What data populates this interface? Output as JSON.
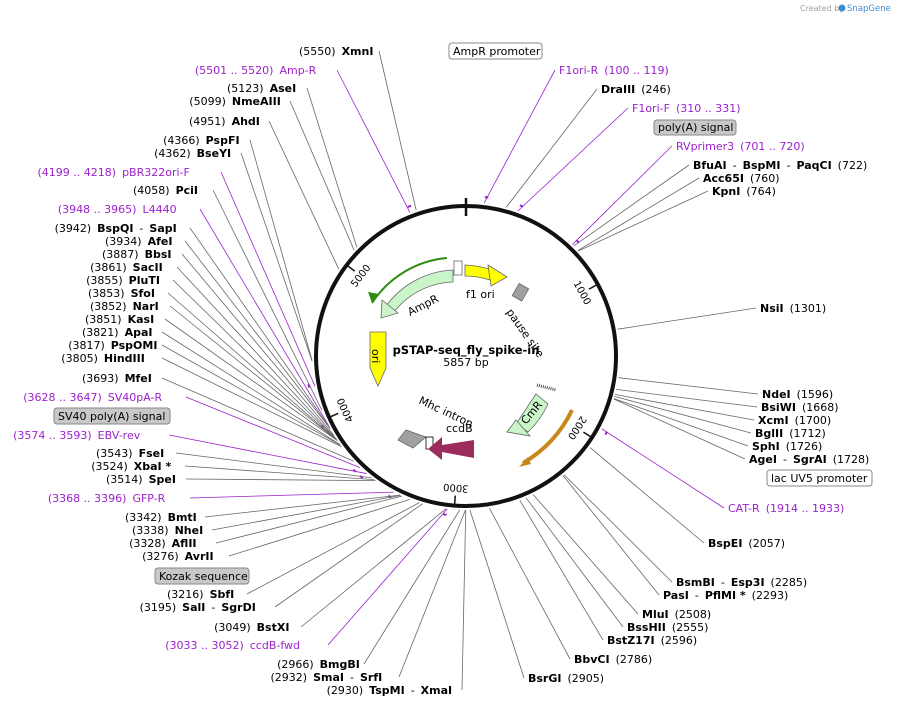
{
  "watermark": {
    "prefix": "Created by",
    "brand": "SnapGene"
  },
  "plasmid": {
    "name": "pSTAP-seq_fly_spike-in",
    "length": "5857 bp"
  },
  "ticks": [
    {
      "label": "1000",
      "bp": 1000
    },
    {
      "label": "2000",
      "bp": 2000
    },
    {
      "label": "3000",
      "bp": 3000
    },
    {
      "label": "4000",
      "bp": 4000
    },
    {
      "label": "5000",
      "bp": 5000
    }
  ],
  "features": {
    "f1_ori": "f1 ori",
    "pause_site": "pause site",
    "AmpR": "AmpR",
    "ori": "ori",
    "Mhc_intron": "Mhc intron",
    "ccdB": "ccdB",
    "CmR": "CmR"
  },
  "boxes": {
    "AmpR_promoter": "AmpR promoter",
    "polyA_signal": "poly(A) signal",
    "SV40_polyA": "SV40 poly(A) signal",
    "Kozak": "Kozak sequence",
    "lacUV5": "lac UV5 promoter"
  },
  "labels": [
    {
      "id": "xmni",
      "parts": [
        {
          "t": "(5550)",
          "c": "pos"
        },
        {
          "t": "XmnI",
          "c": "enz"
        }
      ]
    },
    {
      "id": "ampr-primer",
      "parts": [
        {
          "t": "(5501 .. 5520)",
          "c": "primer"
        },
        {
          "t": "Amp-R",
          "c": "primer"
        }
      ]
    },
    {
      "id": "asei",
      "parts": [
        {
          "t": "(5123)",
          "c": "pos"
        },
        {
          "t": "AseI",
          "c": "enz"
        }
      ]
    },
    {
      "id": "nmeaiii",
      "parts": [
        {
          "t": "(5099)",
          "c": "pos"
        },
        {
          "t": "NmeAIII",
          "c": "enz"
        }
      ]
    },
    {
      "id": "ahdi",
      "parts": [
        {
          "t": "(4951)",
          "c": "pos"
        },
        {
          "t": "AhdI",
          "c": "enz"
        }
      ]
    },
    {
      "id": "pspfi",
      "parts": [
        {
          "t": "(4366)",
          "c": "pos"
        },
        {
          "t": "PspFI",
          "c": "enz"
        }
      ]
    },
    {
      "id": "bseyi",
      "parts": [
        {
          "t": "(4362)",
          "c": "pos"
        },
        {
          "t": "BseYI",
          "c": "enz"
        }
      ]
    },
    {
      "id": "pbr322",
      "parts": [
        {
          "t": "(4199 .. 4218)",
          "c": "primer"
        },
        {
          "t": "pBR322ori-F",
          "c": "primer"
        }
      ]
    },
    {
      "id": "pcii",
      "parts": [
        {
          "t": "(4058)",
          "c": "pos"
        },
        {
          "t": "PciI",
          "c": "enz"
        }
      ]
    },
    {
      "id": "l4440",
      "parts": [
        {
          "t": "(3948 .. 3965)",
          "c": "primer"
        },
        {
          "t": "L4440",
          "c": "primer"
        }
      ]
    },
    {
      "id": "bspqi",
      "parts": [
        {
          "t": "(3942)",
          "c": "pos"
        },
        {
          "t": "BspQI",
          "c": "enz"
        },
        {
          "t": "-",
          "c": "pos"
        },
        {
          "t": "SapI",
          "c": "enz"
        }
      ]
    },
    {
      "id": "afei",
      "parts": [
        {
          "t": "(3934)",
          "c": "pos"
        },
        {
          "t": "AfeI",
          "c": "enz"
        }
      ]
    },
    {
      "id": "bbsi",
      "parts": [
        {
          "t": "(3887)",
          "c": "pos"
        },
        {
          "t": "BbsI",
          "c": "enz"
        }
      ]
    },
    {
      "id": "sacii",
      "parts": [
        {
          "t": "(3861)",
          "c": "pos"
        },
        {
          "t": "SacII",
          "c": "enz"
        }
      ]
    },
    {
      "id": "pluti",
      "parts": [
        {
          "t": "(3855)",
          "c": "pos"
        },
        {
          "t": "PluTI",
          "c": "enz"
        }
      ]
    },
    {
      "id": "sfoi",
      "parts": [
        {
          "t": "(3853)",
          "c": "pos"
        },
        {
          "t": "SfoI",
          "c": "enz"
        }
      ]
    },
    {
      "id": "nari",
      "parts": [
        {
          "t": "(3852)",
          "c": "pos"
        },
        {
          "t": "NarI",
          "c": "enz"
        }
      ]
    },
    {
      "id": "kasi",
      "parts": [
        {
          "t": "(3851)",
          "c": "pos"
        },
        {
          "t": "KasI",
          "c": "enz"
        }
      ]
    },
    {
      "id": "apai",
      "parts": [
        {
          "t": "(3821)",
          "c": "pos"
        },
        {
          "t": "ApaI",
          "c": "enz"
        }
      ]
    },
    {
      "id": "pspomi",
      "parts": [
        {
          "t": "(3817)",
          "c": "pos"
        },
        {
          "t": "PspOMI",
          "c": "enz"
        }
      ]
    },
    {
      "id": "hindiii",
      "parts": [
        {
          "t": "(3805)",
          "c": "pos"
        },
        {
          "t": "HindIII",
          "c": "enz"
        }
      ]
    },
    {
      "id": "mfei",
      "parts": [
        {
          "t": "(3693)",
          "c": "pos"
        },
        {
          "t": "MfeI",
          "c": "enz"
        }
      ]
    },
    {
      "id": "sv40pa",
      "parts": [
        {
          "t": "(3628 .. 3647)",
          "c": "primer"
        },
        {
          "t": "SV40pA-R",
          "c": "primer"
        }
      ]
    },
    {
      "id": "ebvrev",
      "parts": [
        {
          "t": "(3574 .. 3593)",
          "c": "primer"
        },
        {
          "t": "EBV-rev",
          "c": "primer"
        }
      ]
    },
    {
      "id": "fsei",
      "parts": [
        {
          "t": "(3543)",
          "c": "pos"
        },
        {
          "t": "FseI",
          "c": "enz"
        }
      ]
    },
    {
      "id": "xbai",
      "parts": [
        {
          "t": "(3524)",
          "c": "pos"
        },
        {
          "t": "XbaI *",
          "c": "enz"
        }
      ]
    },
    {
      "id": "spei",
      "parts": [
        {
          "t": "(3514)",
          "c": "pos"
        },
        {
          "t": "SpeI",
          "c": "enz"
        }
      ]
    },
    {
      "id": "gfpr",
      "parts": [
        {
          "t": "(3368 .. 3396)",
          "c": "primer"
        },
        {
          "t": "GFP-R",
          "c": "primer"
        }
      ]
    },
    {
      "id": "bmti",
      "parts": [
        {
          "t": "(3342)",
          "c": "pos"
        },
        {
          "t": "BmtI",
          "c": "enz"
        }
      ]
    },
    {
      "id": "nhei",
      "parts": [
        {
          "t": "(3338)",
          "c": "pos"
        },
        {
          "t": "NheI",
          "c": "enz"
        }
      ]
    },
    {
      "id": "aflii",
      "parts": [
        {
          "t": "(3328)",
          "c": "pos"
        },
        {
          "t": "AflII",
          "c": "enz"
        }
      ]
    },
    {
      "id": "avrii",
      "parts": [
        {
          "t": "(3276)",
          "c": "pos"
        },
        {
          "t": "AvrII",
          "c": "enz"
        }
      ]
    },
    {
      "id": "sbfi",
      "parts": [
        {
          "t": "(3216)",
          "c": "pos"
        },
        {
          "t": "SbfI",
          "c": "enz"
        }
      ]
    },
    {
      "id": "sali",
      "parts": [
        {
          "t": "(3195)",
          "c": "pos"
        },
        {
          "t": "SalI",
          "c": "enz"
        },
        {
          "t": "-",
          "c": "pos"
        },
        {
          "t": "SgrDI",
          "c": "enz"
        }
      ]
    },
    {
      "id": "bstxi",
      "parts": [
        {
          "t": "(3049)",
          "c": "pos"
        },
        {
          "t": "BstXI",
          "c": "enz"
        }
      ]
    },
    {
      "id": "ccdbfwd",
      "parts": [
        {
          "t": "(3033 .. 3052)",
          "c": "primer"
        },
        {
          "t": "ccdB-fwd",
          "c": "primer"
        }
      ]
    },
    {
      "id": "bmgbi",
      "parts": [
        {
          "t": "(2966)",
          "c": "pos"
        },
        {
          "t": "BmgBI",
          "c": "enz"
        }
      ]
    },
    {
      "id": "smai",
      "parts": [
        {
          "t": "(2932)",
          "c": "pos"
        },
        {
          "t": "SmaI",
          "c": "enz"
        },
        {
          "t": "-",
          "c": "pos"
        },
        {
          "t": "SrfI",
          "c": "enz"
        }
      ]
    },
    {
      "id": "tspmi",
      "parts": [
        {
          "t": "(2930)",
          "c": "pos"
        },
        {
          "t": "TspMI",
          "c": "enz"
        },
        {
          "t": "-",
          "c": "pos"
        },
        {
          "t": "XmaI",
          "c": "enz"
        }
      ]
    },
    {
      "id": "bsrgi",
      "parts": [
        {
          "t": "BsrGI",
          "c": "enz"
        },
        {
          "t": "(2905)",
          "c": "pos"
        }
      ]
    },
    {
      "id": "bbvci",
      "parts": [
        {
          "t": "BbvCI",
          "c": "enz"
        },
        {
          "t": "(2786)",
          "c": "pos"
        }
      ]
    },
    {
      "id": "bstz17i",
      "parts": [
        {
          "t": "BstZ17I",
          "c": "enz"
        },
        {
          "t": "(2596)",
          "c": "pos"
        }
      ]
    },
    {
      "id": "bsshii",
      "parts": [
        {
          "t": "BssHII",
          "c": "enz"
        },
        {
          "t": "(2555)",
          "c": "pos"
        }
      ]
    },
    {
      "id": "mlui",
      "parts": [
        {
          "t": "MluI",
          "c": "enz"
        },
        {
          "t": "(2508)",
          "c": "pos"
        }
      ]
    },
    {
      "id": "pasi",
      "parts": [
        {
          "t": "PasI",
          "c": "enz"
        },
        {
          "t": "-",
          "c": "pos"
        },
        {
          "t": "PflMI *",
          "c": "enz"
        },
        {
          "t": "(2293)",
          "c": "pos"
        }
      ]
    },
    {
      "id": "bsmbi",
      "parts": [
        {
          "t": "BsmBI",
          "c": "enz"
        },
        {
          "t": "-",
          "c": "pos"
        },
        {
          "t": "Esp3I",
          "c": "enz"
        },
        {
          "t": "(2285)",
          "c": "pos"
        }
      ]
    },
    {
      "id": "bspei",
      "parts": [
        {
          "t": "BspEI",
          "c": "enz"
        },
        {
          "t": "(2057)",
          "c": "pos"
        }
      ]
    },
    {
      "id": "catr",
      "parts": [
        {
          "t": "CAT-R",
          "c": "primer"
        },
        {
          "t": "(1914 .. 1933)",
          "c": "primer"
        }
      ]
    },
    {
      "id": "agei",
      "parts": [
        {
          "t": "AgeI",
          "c": "enz"
        },
        {
          "t": "-",
          "c": "pos"
        },
        {
          "t": "SgrAI",
          "c": "enz"
        },
        {
          "t": "(1728)",
          "c": "pos"
        }
      ]
    },
    {
      "id": "sphi",
      "parts": [
        {
          "t": "SphI",
          "c": "enz"
        },
        {
          "t": "(1726)",
          "c": "pos"
        }
      ]
    },
    {
      "id": "bglii",
      "parts": [
        {
          "t": "BglII",
          "c": "enz"
        },
        {
          "t": "(1712)",
          "c": "pos"
        }
      ]
    },
    {
      "id": "xcmi",
      "parts": [
        {
          "t": "XcmI",
          "c": "enz"
        },
        {
          "t": "(1700)",
          "c": "pos"
        }
      ]
    },
    {
      "id": "bsiwi",
      "parts": [
        {
          "t": "BsiWI",
          "c": "enz"
        },
        {
          "t": "(1668)",
          "c": "pos"
        }
      ]
    },
    {
      "id": "ndei",
      "parts": [
        {
          "t": "NdeI",
          "c": "enz"
        },
        {
          "t": "(1596)",
          "c": "pos"
        }
      ]
    },
    {
      "id": "nsii",
      "parts": [
        {
          "t": "NsiI",
          "c": "enz"
        },
        {
          "t": "(1301)",
          "c": "pos"
        }
      ]
    },
    {
      "id": "kpni",
      "parts": [
        {
          "t": "KpnI",
          "c": "enz"
        },
        {
          "t": "(764)",
          "c": "pos"
        }
      ]
    },
    {
      "id": "acc65i",
      "parts": [
        {
          "t": "Acc65I",
          "c": "enz"
        },
        {
          "t": "(760)",
          "c": "pos"
        }
      ]
    },
    {
      "id": "bfuai",
      "parts": [
        {
          "t": "BfuAI",
          "c": "enz"
        },
        {
          "t": "-",
          "c": "pos"
        },
        {
          "t": "BspMI",
          "c": "enz"
        },
        {
          "t": "-",
          "c": "pos"
        },
        {
          "t": "PaqCI",
          "c": "enz"
        },
        {
          "t": "(722)",
          "c": "pos"
        }
      ]
    },
    {
      "id": "rvprimer3",
      "parts": [
        {
          "t": "RVprimer3",
          "c": "primer"
        },
        {
          "t": "(701 .. 720)",
          "c": "primer"
        }
      ]
    },
    {
      "id": "f1orif",
      "parts": [
        {
          "t": "F1ori-F",
          "c": "primer"
        },
        {
          "t": "(310 .. 331)",
          "c": "primer"
        }
      ]
    },
    {
      "id": "draiii",
      "parts": [
        {
          "t": "DraIII",
          "c": "enz"
        },
        {
          "t": "(246)",
          "c": "pos"
        }
      ]
    },
    {
      "id": "f1orir",
      "parts": [
        {
          "t": "F1ori-R",
          "c": "primer"
        },
        {
          "t": "(100 .. 119)",
          "c": "primer"
        }
      ]
    }
  ]
}
